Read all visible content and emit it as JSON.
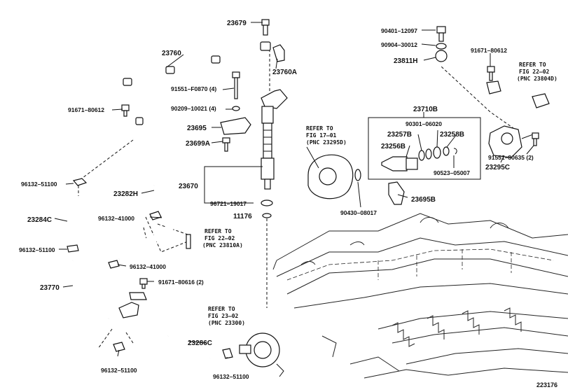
{
  "diagram_id": "223176",
  "parts": {
    "p23679": "23679",
    "p23760": "23760",
    "p23760A": "23760A",
    "p91551F0870": "91551–F0870 (4)",
    "p90209": "90209–10021 (4)",
    "p91671_80612_left": "91671–80612",
    "p23695": "23695",
    "p23699A": "23699A",
    "p23670": "23670",
    "p96721": "96721–19017",
    "p11176": "11176",
    "p96132_51100_a": "96132–51100",
    "p23282H": "23282H",
    "p96132_41000_a": "96132–41000",
    "p23284C": "23284C",
    "p96132_51100_b": "96132–51100",
    "p96132_41000_b": "96132–41000",
    "p23770": "23770",
    "p91671_80616": "91671–80616 (2)",
    "p96132_51100_c": "96132–51100",
    "p23286C": "23286C",
    "p96132_51100_d": "96132–51100",
    "p90401": "90401–12097",
    "p90904": "90904–30012",
    "p23811H": "23811H",
    "p91671_80612_right": "91671–80612",
    "p23710B": "23710B",
    "p90301": "90301–06020",
    "p23257B": "23257B",
    "p23258B": "23258B",
    "p23256B": "23256B",
    "p90523": "90523–05007",
    "p91551_80635": "91551–80635 (2)",
    "p23295C": "23295C",
    "p90430": "90430–08017",
    "p23695B": "23695B"
  },
  "refs": {
    "r1": [
      "REFER TO",
      "FIG 17–01",
      "(PNC 23295D)"
    ],
    "r2": [
      "REFER TO",
      "FIG 22–02",
      "(PNC 23804D)"
    ],
    "r3": [
      "REFER TO",
      "FIG 22–02",
      "(PNC 23810A)"
    ],
    "r4": [
      "REFER TO",
      "FIG 23–02",
      "(PNC 23300)"
    ]
  }
}
